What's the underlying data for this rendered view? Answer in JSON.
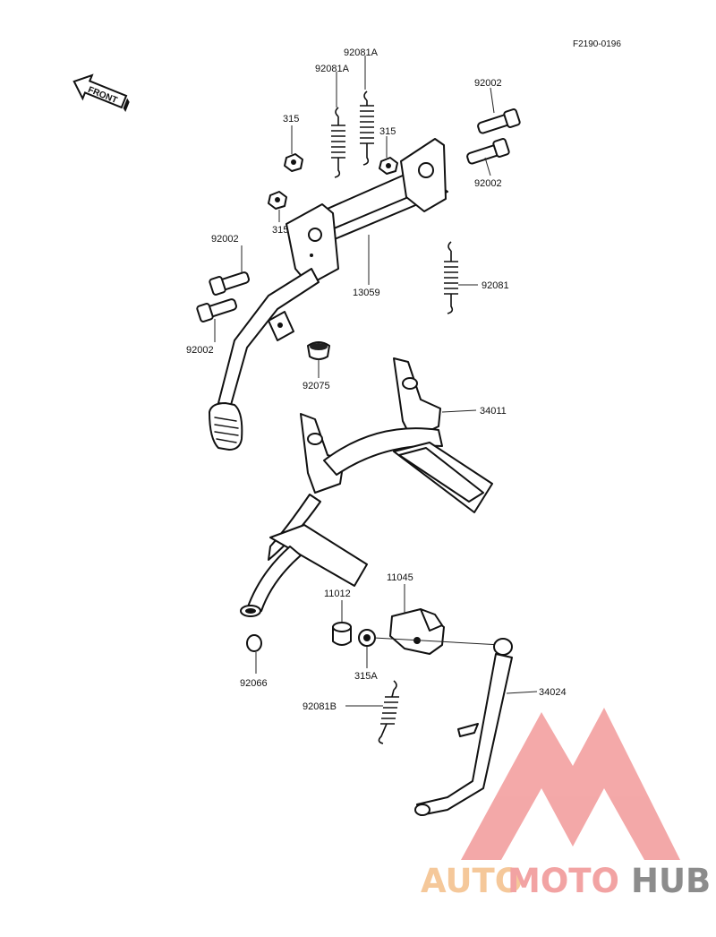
{
  "figure_code": "F2190-0196",
  "front_label": "FRONT",
  "labels": {
    "p92081A_top": "92081A",
    "p92081A_left": "92081A",
    "p92002_tr1": "92002",
    "p92002_tr2": "92002",
    "p315_a": "315",
    "p315_b": "315",
    "p315_c": "315",
    "p92002_l1": "92002",
    "p92002_l2": "92002",
    "p13059": "13059",
    "p92081": "92081",
    "p92075": "92075",
    "p34011": "34011",
    "p11045": "11045",
    "p11012": "11012",
    "p315A": "315A",
    "p92066": "92066",
    "p92081B": "92081B",
    "p34024": "34024"
  },
  "watermark": {
    "part1": "AUTO",
    "part2": "MOTO",
    "part3": "HUB",
    "colors": {
      "auto": "#f5c89a",
      "moto": "#f2a3a3",
      "hub": "#8c8c8c",
      "logo": "#f29a9a"
    }
  }
}
